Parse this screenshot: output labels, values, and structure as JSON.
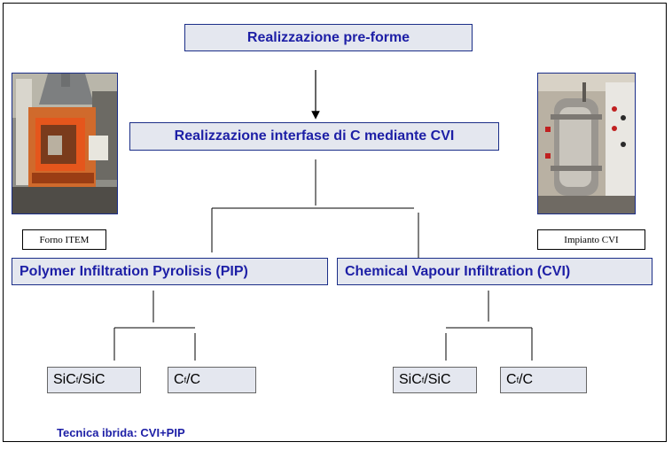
{
  "steps": {
    "preforms": "Realizzazione pre-forme",
    "interface": "Realizzazione interfase di C mediante CVI",
    "pip": "Polymer Infiltration Pyrolisis (PIP)",
    "cvi": "Chemical Vapour Infiltration (CVI)"
  },
  "pip_products": {
    "sic_base": "SiC",
    "sic_sub": "f",
    "sic_rest": "/SiC",
    "cc_base": "C",
    "cc_sub": "f",
    "cc_rest": "/C"
  },
  "cvi_products": {
    "sic_base": "SiC",
    "sic_sub": "f",
    "sic_rest": "/SiC",
    "cc_base": "C",
    "cc_sub": "f",
    "cc_rest": "/C"
  },
  "photos": {
    "left_caption": "Forno ITEM",
    "right_caption": "Impianto CVI"
  },
  "note": "Tecnica ibrida: CVI+PIP",
  "colors": {
    "box_fill": "#e4e7ef",
    "box_border": "#1b2e88",
    "text_blue": "#1d1fa6"
  }
}
